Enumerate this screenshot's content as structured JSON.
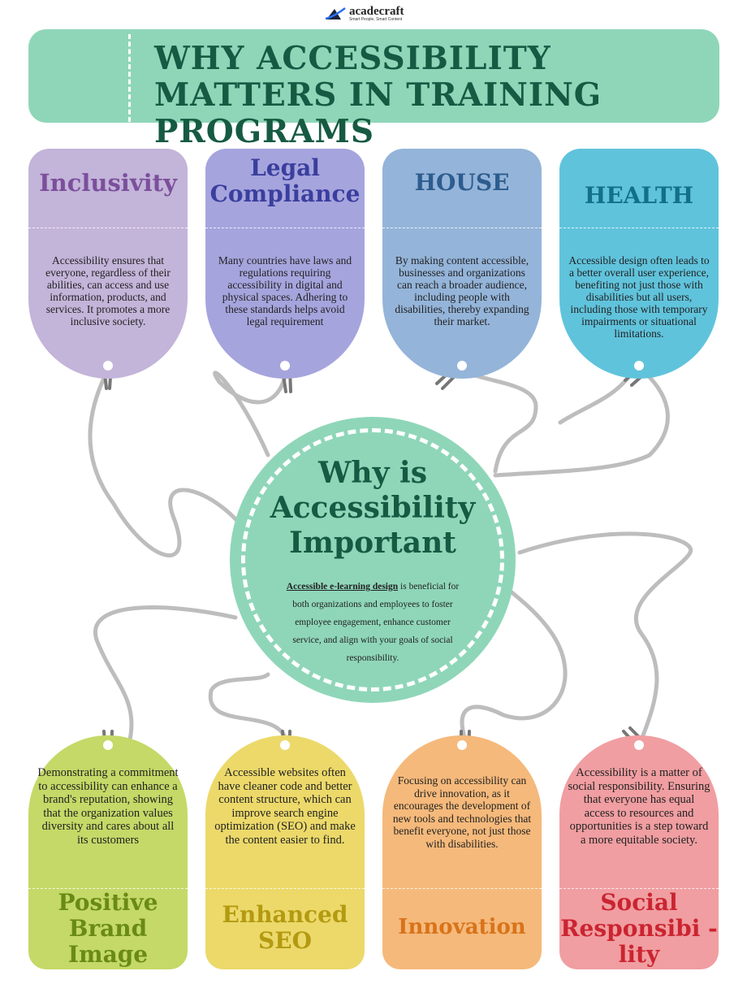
{
  "logo": {
    "name": "acadecraft",
    "tagline": "Smart People, Smart Content"
  },
  "banner": {
    "title": "WHY ACCESSIBILITY MATTERS IN TRAINING PROGRAMS"
  },
  "top_cards": [
    {
      "title": "Inclusivity",
      "text": "Accessibility ensures that everyone, regardless of their abilities, can access and use information, products, and services. It promotes a more inclusive society.",
      "bg": "#c3b4d9",
      "title_color": "#7b4f9c"
    },
    {
      "title": "Legal Compliance",
      "text": "Many countries have laws and regulations requiring accessibility in digital and physical spaces. Adhering to these standards helps avoid legal requirement",
      "bg": "#a6a4dd",
      "title_color": "#3a3e9e"
    },
    {
      "title": "HOUSE",
      "text": "By making content accessible, businesses and organizations can reach a broader audience, including people with disabilities, thereby expanding their market.",
      "bg": "#94b4d9",
      "title_color": "#2d5c8e"
    },
    {
      "title": "HEALTH",
      "text": "Accessible design often leads to a better overall user experience, benefiting not just those with disabilities but all users, including those with temporary impairments or situational limitations.",
      "bg": "#60c3dc",
      "title_color": "#12708a"
    }
  ],
  "center": {
    "title": "Why is Accessibility Important",
    "link": "Accessible e-learning design",
    "text": " is beneficial for both organizations and employees to foster employee engagement, enhance customer service, and align with your goals of social responsibility."
  },
  "bottom_cards": [
    {
      "title": "Positive Brand Image",
      "text": "Demonstrating a commitment to accessibility can enhance a brand's reputation, showing that the organization values diversity and cares about all its customers",
      "bg": "#c4d967",
      "title_color": "#6a8a16"
    },
    {
      "title": "Enhanced SEO",
      "text": "Accessible websites often have cleaner code and better content structure, which can improve search engine optimization (SEO) and make the content easier to find.",
      "bg": "#ecd96a",
      "title_color": "#b39a10"
    },
    {
      "title": "Innovation",
      "text": "Focusing on accessibility can drive innovation, as it encourages the development of new tools and technologies that benefit everyone, not just those with disabilities.",
      "bg": "#f5b97b",
      "title_color": "#d8731a"
    },
    {
      "title": "Social Responsibi -lity",
      "text": "Accessibility is a matter of social responsibility. Ensuring that everyone has equal access to resources and opportunities is a step toward a more equitable society.",
      "bg": "#f09ea1",
      "title_color": "#cb2431"
    }
  ]
}
